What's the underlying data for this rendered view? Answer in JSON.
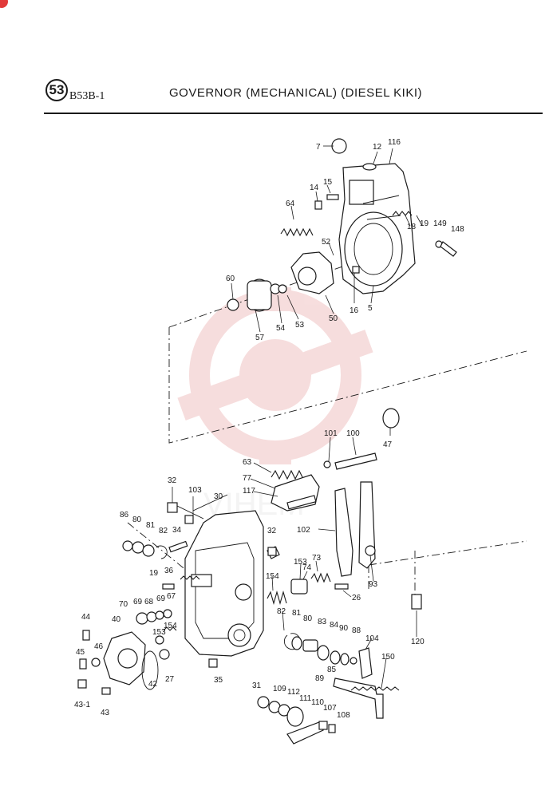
{
  "header": {
    "page_number": "53",
    "page_code": "B53B-1",
    "title": "GOVERNOR (MECHANICAL) (DIESEL KIKI)"
  },
  "watermark_color": "#e8a0a0",
  "callouts": [
    {
      "label": "7"
    },
    {
      "label": "12"
    },
    {
      "label": "116"
    },
    {
      "label": "15"
    },
    {
      "label": "14"
    },
    {
      "label": "64"
    },
    {
      "label": "18"
    },
    {
      "label": "19"
    },
    {
      "label": "149"
    },
    {
      "label": "148"
    },
    {
      "label": "52"
    },
    {
      "label": "60"
    },
    {
      "label": "16"
    },
    {
      "label": "5"
    },
    {
      "label": "50"
    },
    {
      "label": "53"
    },
    {
      "label": "54"
    },
    {
      "label": "57"
    },
    {
      "label": "47"
    },
    {
      "label": "101"
    },
    {
      "label": "100"
    },
    {
      "label": "63"
    },
    {
      "label": "77"
    },
    {
      "label": "117"
    },
    {
      "label": "32"
    },
    {
      "label": "103"
    },
    {
      "label": "30"
    },
    {
      "label": "86"
    },
    {
      "label": "80"
    },
    {
      "label": "81"
    },
    {
      "label": "82"
    },
    {
      "label": "34"
    },
    {
      "label": "32"
    },
    {
      "label": "102"
    },
    {
      "label": "153"
    },
    {
      "label": "73"
    },
    {
      "label": "93"
    },
    {
      "label": "19"
    },
    {
      "label": "36"
    },
    {
      "label": "154"
    },
    {
      "label": "74"
    },
    {
      "label": "26"
    },
    {
      "label": "70"
    },
    {
      "label": "69"
    },
    {
      "label": "68"
    },
    {
      "label": "69"
    },
    {
      "label": "67"
    },
    {
      "label": "120"
    },
    {
      "label": "44"
    },
    {
      "label": "40"
    },
    {
      "label": "154"
    },
    {
      "label": "82"
    },
    {
      "label": "81"
    },
    {
      "label": "80"
    },
    {
      "label": "83"
    },
    {
      "label": "84"
    },
    {
      "label": "90"
    },
    {
      "label": "88"
    },
    {
      "label": "104"
    },
    {
      "label": "46"
    },
    {
      "label": "153"
    },
    {
      "label": "45"
    },
    {
      "label": "27"
    },
    {
      "label": "35"
    },
    {
      "label": "85"
    },
    {
      "label": "89"
    },
    {
      "label": "150"
    },
    {
      "label": "42"
    },
    {
      "label": "43-1"
    },
    {
      "label": "43"
    },
    {
      "label": "31"
    },
    {
      "label": "109"
    },
    {
      "label": "112"
    },
    {
      "label": "111"
    },
    {
      "label": "110"
    },
    {
      "label": "107"
    },
    {
      "label": "108"
    }
  ]
}
